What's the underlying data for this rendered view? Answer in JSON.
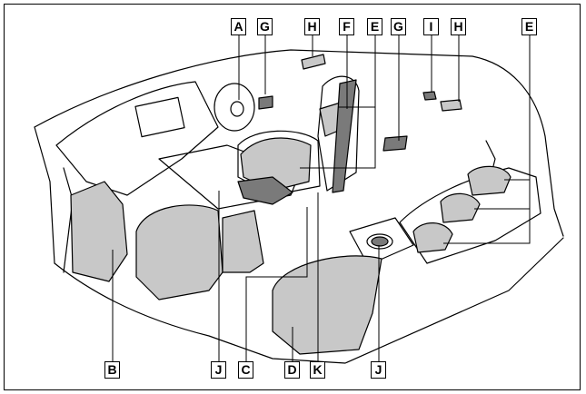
{
  "callouts": {
    "a": "A",
    "g_top": "G",
    "h_top": "H",
    "f": "F",
    "e_top": "E",
    "g_mid": "G",
    "i": "I",
    "h_right": "H",
    "e_right": "E",
    "b": "B",
    "j_left": "J",
    "c": "C",
    "d": "D",
    "k": "K",
    "j_right": "J"
  },
  "colors": {
    "outline": "#000000",
    "highlight_gray": "#c8c8c8",
    "dark_gray": "#7a7a7a",
    "background": "#ffffff"
  }
}
